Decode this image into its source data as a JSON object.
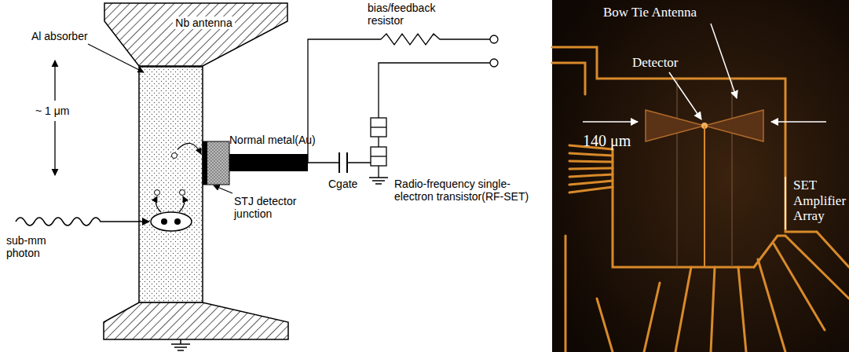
{
  "diagram": {
    "nodes": [
      {
        "text": [
          "Nb antenna"
        ]
      }
    ],
    "labels": [
      "Al absorber",
      "~ 1 μm",
      "Normal metal(Au)",
      "bias/feedback resistor",
      "sub-mm photon",
      "STJ detector junction",
      "Cgate",
      "Radio-frequency single-electron transistor(RF-SET)",
      "Bow Tie Antenna",
      "Detector",
      "140 μm",
      "SET Amplifier Array"
    ]
  }
}
